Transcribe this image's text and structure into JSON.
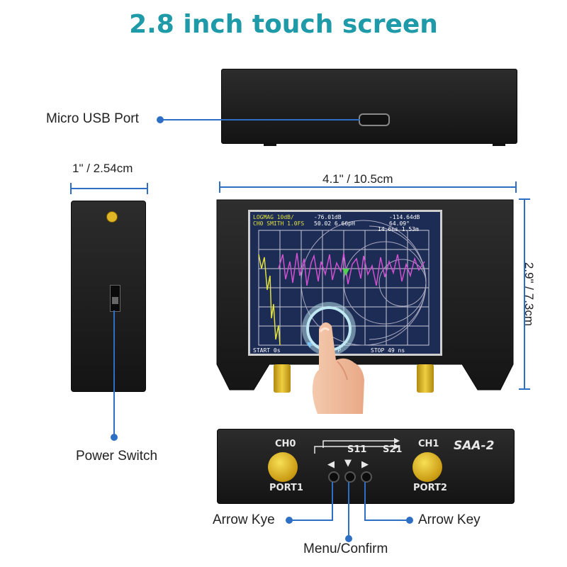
{
  "title": "2.8 inch touch screen",
  "labels": {
    "usb": "Micro USB Port",
    "power": "Power Switch",
    "arrow_left": "Arrow Kye",
    "arrow_right": "Arrow Key",
    "menu": "Menu/Confirm"
  },
  "dimensions": {
    "depth": "1\" / 2.54cm",
    "width": "4.1\" / 10.5cm",
    "height": "2.9\" / 7.3cm"
  },
  "front_panel": {
    "ch0": "CH0",
    "ch1": "CH1",
    "s11": "S11",
    "s21": "S21",
    "port1": "PORT1",
    "port2": "PORT2",
    "brand": "SAA-2",
    "arrows": [
      "◀",
      "▼",
      "▶"
    ]
  },
  "screen": {
    "row1_left": "LOGMAG 10dB/",
    "row1_mid": "-76.01dB",
    "row1_right": "-114.64dB",
    "row2_left": "CH0 SMITH 1.0FS",
    "row2_mid": "50.02 6.66pH",
    "row2_right": "64.09°",
    "row3_right": "14.6ns 1.53m",
    "footer_left": "START 0s",
    "footer_mid": "101 P",
    "footer_right": "STOP 49 ns"
  },
  "colors": {
    "accent": "#1e9aa8",
    "leader": "#2d6fc4",
    "gold": "#e0b526"
  }
}
